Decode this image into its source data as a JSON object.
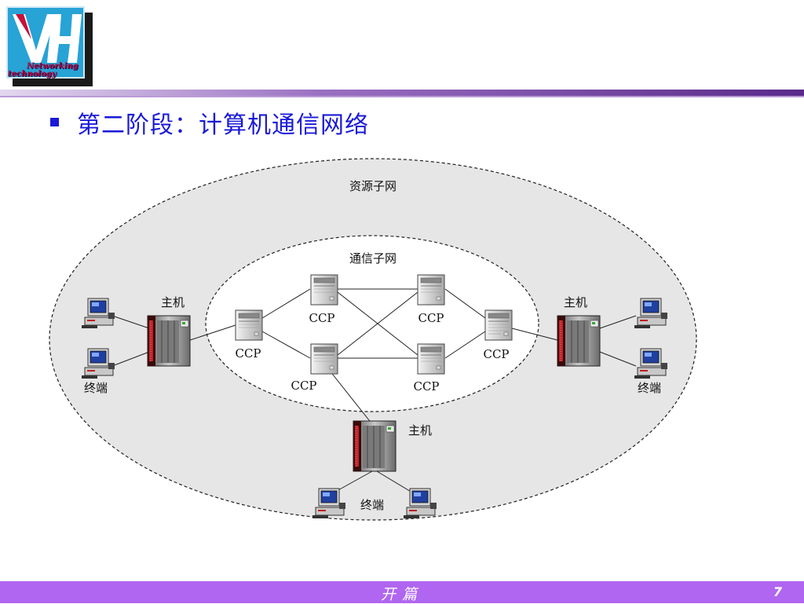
{
  "logo": {
    "letters": "VH",
    "brand_line1": "Networking",
    "brand_line2": "technology"
  },
  "heading": "第二阶段：计算机通信网络",
  "diagram": {
    "outer_label": "资源子网",
    "inner_label": "通信子网",
    "ccp_labels": [
      "CCP",
      "CCP",
      "CCP",
      "CCP",
      "CCP",
      "CCP"
    ],
    "host_labels": [
      "主机",
      "主机",
      "主机"
    ],
    "terminal_labels": [
      "终端",
      "终端",
      "终端"
    ]
  },
  "footer": {
    "title": "开篇",
    "page": "7"
  },
  "colors": {
    "heading": "#1a1ad8",
    "footer_bg": "#b066f0",
    "ellipse_fill": "#e6e6e6",
    "logo_blue": "#27a3d6"
  }
}
